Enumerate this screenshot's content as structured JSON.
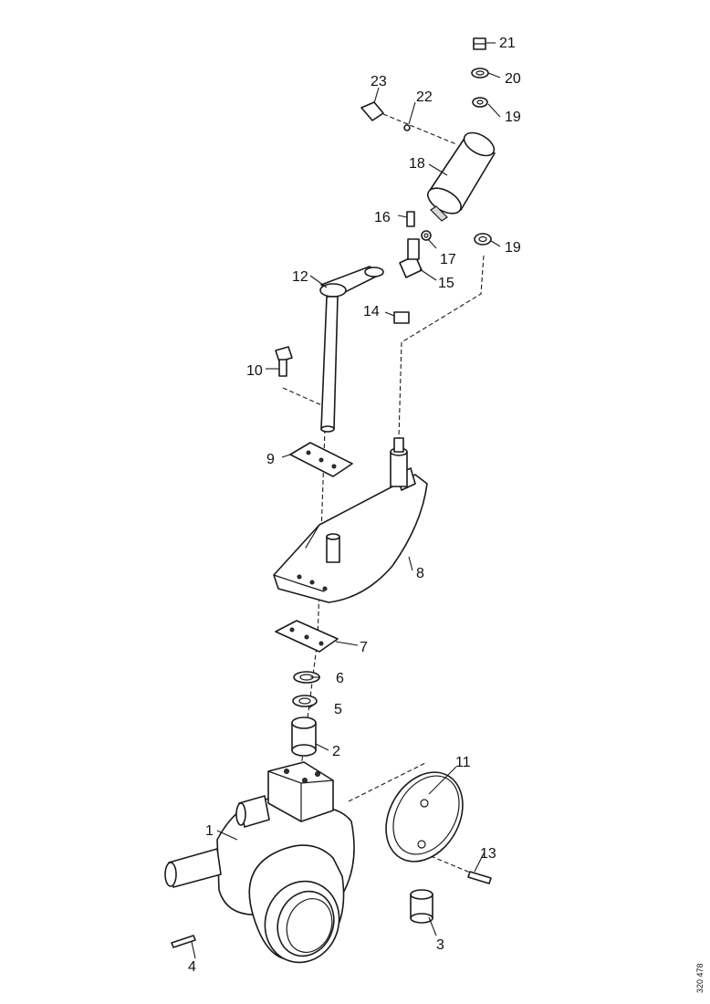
{
  "callouts": [
    {
      "id": "c1",
      "text": "1"
    },
    {
      "id": "c2",
      "text": "2"
    },
    {
      "id": "c3",
      "text": "3"
    },
    {
      "id": "c4",
      "text": "4"
    },
    {
      "id": "c5",
      "text": "5"
    },
    {
      "id": "c6",
      "text": "6"
    },
    {
      "id": "c7",
      "text": "7"
    },
    {
      "id": "c8",
      "text": "8"
    },
    {
      "id": "c9a",
      "text": "9"
    },
    {
      "id": "c10",
      "text": "10"
    },
    {
      "id": "c11",
      "text": "11"
    },
    {
      "id": "c12",
      "text": "12"
    },
    {
      "id": "c13",
      "text": "13"
    },
    {
      "id": "c14",
      "text": "14"
    },
    {
      "id": "c15",
      "text": "15"
    },
    {
      "id": "c16",
      "text": "16"
    },
    {
      "id": "c17",
      "text": "17"
    },
    {
      "id": "c18",
      "text": "18"
    },
    {
      "id": "c19a",
      "text": "19"
    },
    {
      "id": "c19b",
      "text": "19"
    },
    {
      "id": "c20",
      "text": "20"
    },
    {
      "id": "c21",
      "text": "21"
    },
    {
      "id": "c22",
      "text": "22"
    },
    {
      "id": "c23",
      "text": "23"
    }
  ],
  "doc_ref": "320 478"
}
